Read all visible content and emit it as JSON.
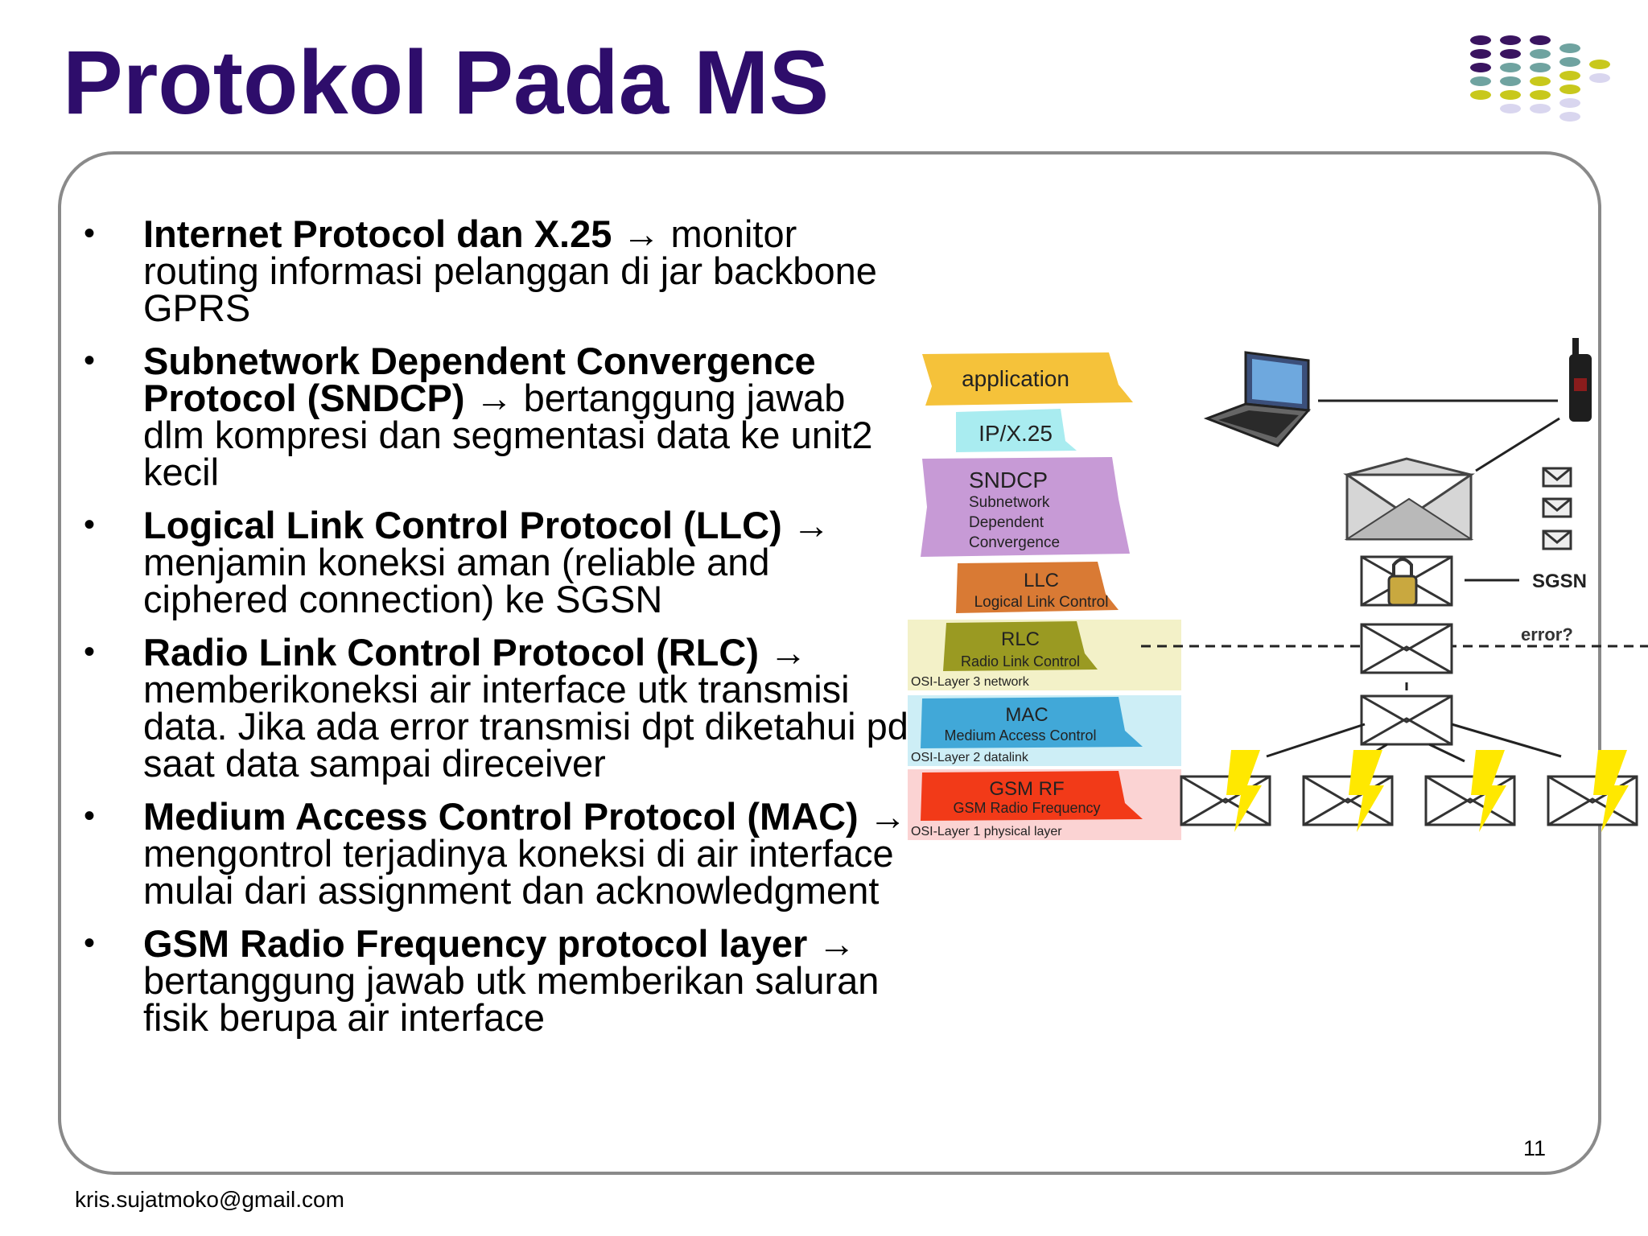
{
  "slide": {
    "title": "Protokol Pada MS",
    "page_number": "11",
    "footer": "kris.sujatmoko@gmail.com",
    "bullet_glyph": "•",
    "arrow_glyph": "→"
  },
  "bullets": [
    {
      "bold": "Internet Protocol dan X.25",
      "text": "monitor routing informasi pelanggan di jar backbone GPRS"
    },
    {
      "bold": "Subnetwork Dependent  Convergence Protocol (SNDCP)",
      "text": "bertanggung jawab dlm kompresi dan segmentasi data ke unit2 kecil"
    },
    {
      "bold": "Logical Link Control Protocol (LLC)",
      "text": "menjamin koneksi aman (reliable and ciphered connection) ke SGSN"
    },
    {
      "bold": "Radio Link Control Protocol (RLC)",
      "text": "memberikoneksi air  interface utk transmisi data. Jika ada error transmisi dpt diketahui pd saat data sampai direceiver"
    },
    {
      "bold": "Medium Access Control Protocol (MAC)",
      "text": " mengontrol terjadinya koneksi di air interface mulai dari assignment dan acknowledgment"
    },
    {
      "bold": "GSM Radio Frequency protocol layer",
      "text": "bertanggung jawab utk memberikan saluran fisik berupa air interface"
    }
  ],
  "diagram": {
    "layers": [
      {
        "name": "application",
        "sub": [],
        "color": "#f5c23a"
      },
      {
        "name": "IP/X.25",
        "sub": [],
        "color": "#a9ecf0"
      },
      {
        "name": "SNDCP",
        "sub": [
          "Subnetwork",
          "Dependent",
          "Convergence"
        ],
        "color": "#c79ad6"
      },
      {
        "name": "LLC",
        "sub": [
          "Logical Link Control"
        ],
        "color": "#d97a34"
      },
      {
        "name": "RLC",
        "sub": [
          "Radio Link Control"
        ],
        "color": "#9a9a22"
      },
      {
        "name": "MAC",
        "sub": [
          "Medium Access Control"
        ],
        "color": "#41a8d8"
      },
      {
        "name": "GSM RF",
        "sub": [
          "GSM Radio Frequency"
        ],
        "color": "#f23a18"
      }
    ],
    "osi_labels": {
      "l3": "OSI-Layer 3  network",
      "l2": "OSI-Layer 2   datalink",
      "l1": "OSI-Layer 1  physical layer"
    },
    "sgsn_label": "SGSN",
    "error_label": "error?"
  }
}
